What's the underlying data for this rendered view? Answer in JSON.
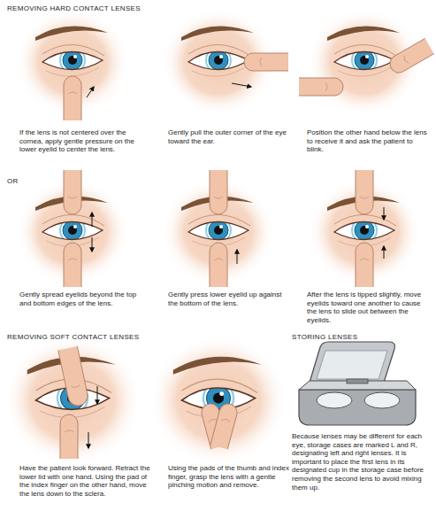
{
  "diagram": {
    "labels": [
      "REMOVING HARD CONTACT LENSES",
      "If the lens is not centered over the cornea, apply gentle pressure on the lower eyelid to center the lens.",
      "Gently pull the outer corner of the eye toward the ear.",
      "Position the other hand below the lens to receive it and ask the patient to blink.",
      "OR",
      "Gently spread eyelids beyond the top and bottom edges of the lens.",
      "Gently press lower eyelid up against the bottom of the lens.",
      "After the lens is tipped slightly, move eyelids toward one another to cause the lens to slide out between the eyelids.",
      "REMOVING SOFT CONTACT LENSES",
      "Have the patient look forward. Retract the lower lid with one hand. Using the pad of the index finger on the other hand, move the lens down to the sclera.",
      "Using the pads of the thumb and index finger, grasp the lens with a gentle pinching motion and remove.",
      "STORING LENSES",
      "Because lenses may be different for each eye, storage cases are marked L and R, designating left and right lenses. It is important to place the first lens in its designated cup in the storage case before removing the second lens to avoid mixing them up."
    ]
  }
}
